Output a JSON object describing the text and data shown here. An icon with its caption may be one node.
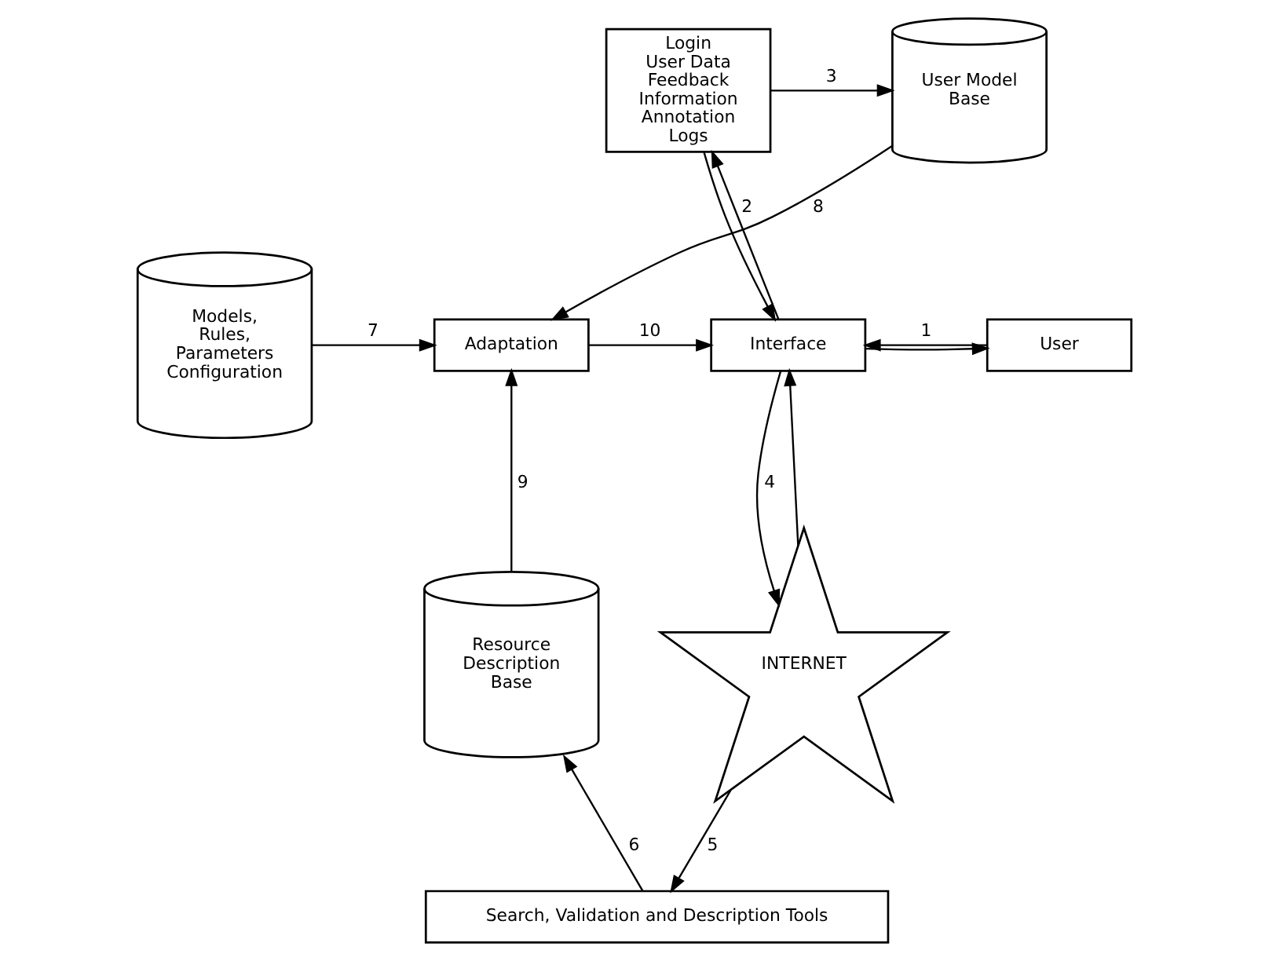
{
  "diagram": {
    "nodes": [
      {
        "text": [
          "Login User Data Feedback Information Annotation Logs"
        ]
      },
      {
        "text": [
          "User Model Base"
        ]
      },
      {
        "text": [
          "User"
        ]
      },
      {
        "text": [
          "Interface"
        ]
      },
      {
        "text": [
          "Adaptation"
        ]
      },
      {
        "text": [
          "Models, Rules, Parameters Configuration"
        ]
      },
      {
        "text": [
          "INTERNET"
        ]
      },
      {
        "text": [
          "Resource Description Base"
        ]
      },
      {
        "text": [
          "Search, Validation and Description Tools"
        ]
      }
    ],
    "edges": [
      {
        "from": 2,
        "to": 3,
        "arrow": "to",
        "label": "1"
      },
      {
        "from": 3,
        "to": 2,
        "arrow": "to"
      },
      {
        "from": 0,
        "to": 3,
        "arrow": "to"
      },
      {
        "from": 3,
        "to": 0,
        "arrow": "to",
        "label": "2"
      },
      {
        "from": 0,
        "to": 1,
        "arrow": "to",
        "label": "3"
      },
      {
        "from": 1,
        "to": 4,
        "arrow": "to",
        "label": "8"
      },
      {
        "from": 5,
        "to": 4,
        "arrow": "to",
        "label": "7"
      },
      {
        "from": 4,
        "to": 3,
        "arrow": "to",
        "label": "10"
      },
      {
        "from": 7,
        "to": 4,
        "arrow": "to",
        "label": "9"
      },
      {
        "from": 3,
        "to": 6,
        "arrow": "to",
        "label": "4"
      },
      {
        "from": 6,
        "to": 3,
        "arrow": "to"
      },
      {
        "from": 6,
        "to": 8,
        "arrow": "to",
        "label": "5"
      },
      {
        "from": 8,
        "to": 7,
        "arrow": "to",
        "label": "6"
      }
    ]
  }
}
